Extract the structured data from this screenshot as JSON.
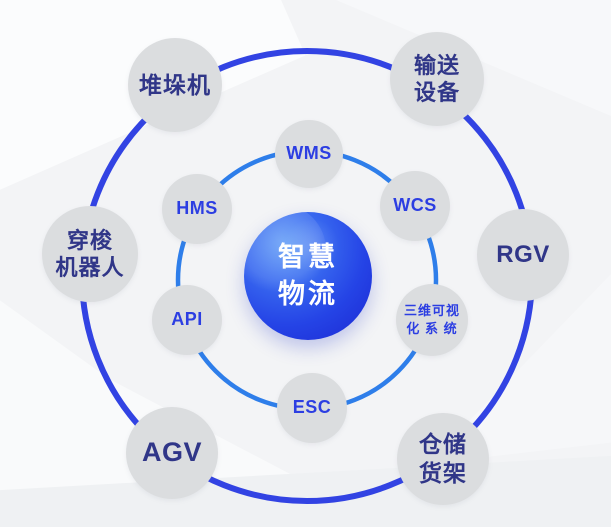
{
  "diagram": {
    "title": "智慧物流",
    "center": {
      "label": "智慧\n物流"
    },
    "rings": {
      "outer_color": "#3243e3",
      "inner_color": "#2e7eea"
    },
    "outer_nodes": [
      {
        "id": "stacker-crane",
        "label": "堆垛机"
      },
      {
        "id": "conveyor-equipment",
        "label": "输送\n设备"
      },
      {
        "id": "shuttle-robot",
        "label": "穿梭\n机器人"
      },
      {
        "id": "rgv",
        "label": "RGV"
      },
      {
        "id": "agv",
        "label": "AGV"
      },
      {
        "id": "storage-racks",
        "label": "仓储\n货架"
      }
    ],
    "inner_nodes": [
      {
        "id": "wms",
        "label": "WMS"
      },
      {
        "id": "hms",
        "label": "HMS"
      },
      {
        "id": "wcs",
        "label": "WCS"
      },
      {
        "id": "api",
        "label": "API"
      },
      {
        "id": "3d-visualization-system",
        "label": "三维可视\n化 系 统"
      },
      {
        "id": "esc",
        "label": "ESC"
      }
    ],
    "palette": {
      "background": "#f3f4f6",
      "node_gray": "#dbdddf",
      "outer_label_color": "#303688",
      "inner_label_color": "#2c3ee2",
      "center_gradient_top": "#5394f6",
      "center_gradient_bottom": "#1b27d2",
      "center_text_color": "#ffffff"
    }
  }
}
